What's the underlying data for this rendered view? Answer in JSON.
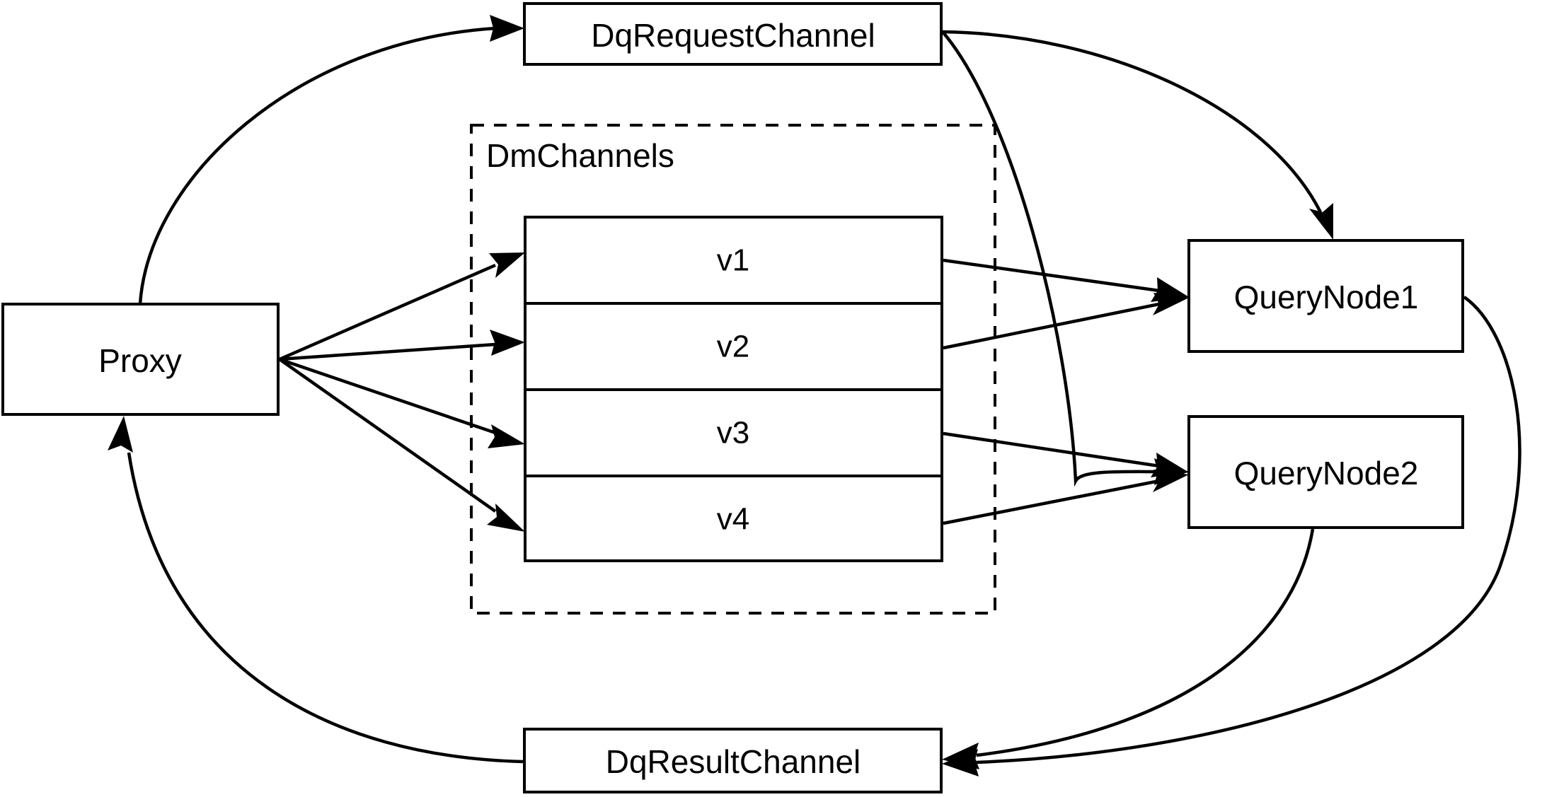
{
  "diagram": {
    "title": "Milvus distributed query routing diagram",
    "background_color": "#ffffff",
    "stroke_color": "#000000",
    "nodes": {
      "proxy": {
        "label": "Proxy"
      },
      "dq_request_channel": {
        "label": "DqRequestChannel"
      },
      "dq_result_channel": {
        "label": "DqResultChannel"
      },
      "query_node_1": {
        "label": "QueryNode1"
      },
      "query_node_2": {
        "label": "QueryNode2"
      }
    },
    "group": {
      "label": "DmChannels",
      "style": "dashed",
      "rows": [
        {
          "label": "v1"
        },
        {
          "label": "v2"
        },
        {
          "label": "v3"
        },
        {
          "label": "v4"
        }
      ]
    },
    "edges": [
      {
        "from": "Proxy",
        "to": "DqRequestChannel",
        "style": "curved",
        "arrow": true
      },
      {
        "from": "Proxy",
        "to": "v1",
        "style": "straight",
        "arrow": true
      },
      {
        "from": "Proxy",
        "to": "v2",
        "style": "straight",
        "arrow": true
      },
      {
        "from": "Proxy",
        "to": "v3",
        "style": "straight",
        "arrow": true
      },
      {
        "from": "Proxy",
        "to": "v4",
        "style": "straight",
        "arrow": true
      },
      {
        "from": "DqRequestChannel",
        "to": "QueryNode1",
        "style": "curved",
        "arrow": true
      },
      {
        "from": "DqRequestChannel",
        "to": "QueryNode2",
        "style": "curved",
        "arrow": true
      },
      {
        "from": "v1",
        "to": "QueryNode1",
        "style": "straight",
        "arrow": true
      },
      {
        "from": "v2",
        "to": "QueryNode1",
        "style": "straight",
        "arrow": true
      },
      {
        "from": "v3",
        "to": "QueryNode2",
        "style": "straight",
        "arrow": true
      },
      {
        "from": "v4",
        "to": "QueryNode2",
        "style": "straight",
        "arrow": true
      },
      {
        "from": "QueryNode1",
        "to": "DqResultChannel",
        "style": "curved",
        "arrow": true
      },
      {
        "from": "QueryNode2",
        "to": "DqResultChannel",
        "style": "curved",
        "arrow": true
      },
      {
        "from": "DqResultChannel",
        "to": "Proxy",
        "style": "curved",
        "arrow": true
      }
    ]
  }
}
